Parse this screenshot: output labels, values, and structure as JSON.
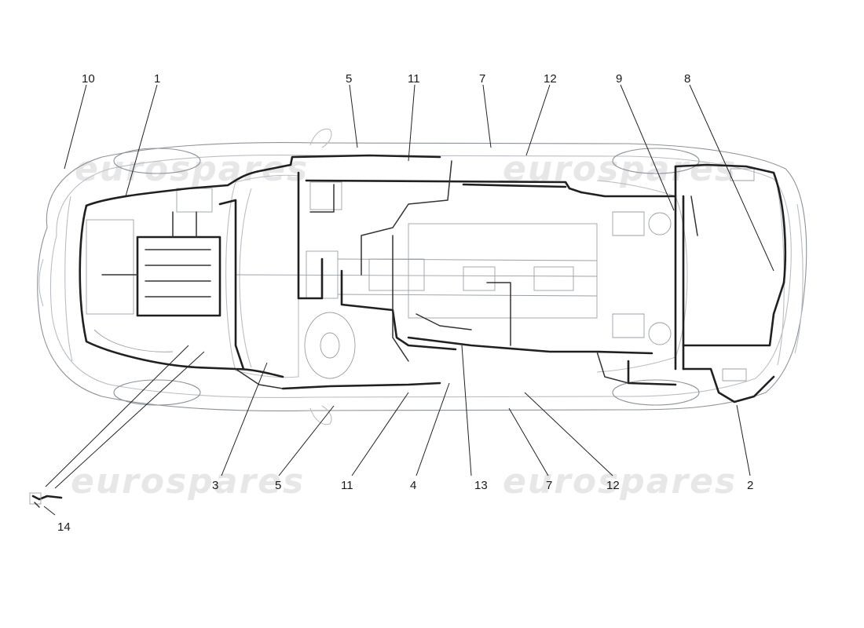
{
  "watermark": {
    "text_top": "eurospares",
    "text_bottom_left": "eurospares",
    "text_bottom_right": "eurospares"
  },
  "callouts_top": [
    {
      "id": "c10",
      "label": "10"
    },
    {
      "id": "c1",
      "label": "1"
    },
    {
      "id": "c5t",
      "label": "5"
    },
    {
      "id": "c11t",
      "label": "11"
    },
    {
      "id": "c7t",
      "label": "7"
    },
    {
      "id": "c12t",
      "label": "12"
    },
    {
      "id": "c9",
      "label": "9"
    },
    {
      "id": "c8",
      "label": "8"
    }
  ],
  "callouts_bottom": [
    {
      "id": "c3",
      "label": "3"
    },
    {
      "id": "c5b",
      "label": "5"
    },
    {
      "id": "c11b",
      "label": "11"
    },
    {
      "id": "c4",
      "label": "4"
    },
    {
      "id": "c13",
      "label": "13"
    },
    {
      "id": "c7b",
      "label": "7"
    },
    {
      "id": "c12b",
      "label": "12"
    },
    {
      "id": "c2",
      "label": "2"
    },
    {
      "id": "c14",
      "label": "14"
    }
  ]
}
